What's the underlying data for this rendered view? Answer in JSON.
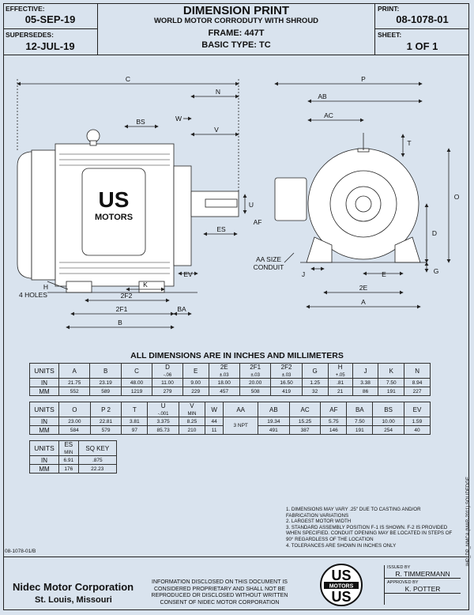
{
  "header": {
    "effective_label": "EFFECTIVE:",
    "effective": "05-SEP-19",
    "supersedes_label": "SUPERSEDES:",
    "supersedes": "12-JUL-19",
    "title": "DIMENSION PRINT",
    "subtitle": "WORLD MOTOR CORRODUTY WITH SHROUD",
    "frame": "FRAME: 447T",
    "type": "BASIC TYPE: TC",
    "print_label": "PRINT:",
    "print": "08-1078-01",
    "sheet_label": "SHEET:",
    "sheet": "1 OF 1"
  },
  "drawing": {
    "labels": {
      "C": "C",
      "N": "N",
      "W": "W",
      "BS": "BS",
      "V": "V",
      "U": "U",
      "AF": "AF",
      "ES": "ES",
      "EV": "EV",
      "K": "K",
      "H": "H",
      "holes": "4 HOLES",
      "F2": "2F2",
      "F1": "2F1",
      "BA": "BA",
      "B": "B",
      "P": "P",
      "AB": "AB",
      "AC": "AC",
      "T": "T",
      "O": "O",
      "D": "D",
      "G": "G",
      "J": "J",
      "E": "E",
      "E2": "2E",
      "A": "A",
      "conduit1": "AA SIZE",
      "conduit2": "CONDUIT"
    },
    "logo_line1": "US",
    "logo_line2": "MOTORS"
  },
  "table": {
    "title": "ALL DIMENSIONS ARE IN INCHES AND MILLIMETERS",
    "t1": {
      "headers": [
        "UNITS",
        "A",
        "B",
        "C",
        "D\n-.06",
        "E",
        "2E\n±.03",
        "2F1\n±.03",
        "2F2\n±.03",
        "G",
        "H\n+.05",
        "J",
        "K",
        "N"
      ],
      "rows": [
        [
          "IN",
          "21.75",
          "23.19",
          "48.00",
          "11.00",
          "9.00",
          "18.00",
          "20.00",
          "16.50",
          "1.25",
          ".81",
          "3.38",
          "7.50",
          "8.94"
        ],
        [
          "MM",
          "552",
          "589",
          "1219",
          "279",
          "229",
          "457",
          "508",
          "419",
          "32",
          "21",
          "86",
          "191",
          "227"
        ]
      ]
    },
    "t2": {
      "headers": [
        "UNITS",
        "O",
        "P 2",
        "T",
        "U\n-.001",
        "V\nMIN",
        "W",
        "AA",
        "AB",
        "AC",
        "AF",
        "BA",
        "BS",
        "EV"
      ],
      "rows": [
        [
          "IN",
          "23.00",
          "22.81",
          "3.81",
          "3.375",
          "8.25",
          "44",
          "3 NPT",
          "19.34",
          "15.25",
          "5.75",
          "7.50",
          "10.00",
          "1.59"
        ],
        [
          "MM",
          "584",
          "579",
          "97",
          "85.73",
          "210",
          "11",
          "",
          "491",
          "387",
          "146",
          "191",
          "254",
          "40"
        ]
      ]
    },
    "t3": {
      "headers": [
        "UNITS",
        "ES\nMIN",
        "SQ KEY"
      ],
      "rows": [
        [
          "IN",
          "6.91",
          ".875"
        ],
        [
          "MM",
          "176",
          "22.23"
        ]
      ]
    }
  },
  "notes": [
    "1. DIMENSIONS MAY VARY .25\" DUE TO CASTING AND/OR FABRICATION VARIATIONS",
    "2. LARGEST MOTOR WIDTH",
    "3. STANDARD ASSEMBLY POSITION F-1 IS SHOWN. F-2 IS PROVIDED WHEN SPECIFIED. CONDUIT OPENING MAY BE LOCATED IN STEPS OF 90° REGARDLESS OF THE LOCATION",
    "4. TOLERANCES ARE SHOWN IN INCHES ONLY"
  ],
  "side_text": "IHP_DP_NMCA (MAR-2011) SOLIDEDGE",
  "footer": {
    "doc_id": "08-1078-01/B",
    "company": "Nidec Motor Corporation",
    "city": "St. Louis, Missouri",
    "disclaimer": "INFORMATION DISCLOSED ON THIS DOCUMENT IS CONSIDERED PROPRIETARY AND SHALL NOT BE REPRODUCED OR DISCLOSED WITHOUT WRITTEN CONSENT OF NIDEC MOTOR CORPORATION",
    "issued_label": "ISSUED BY",
    "issued": "R. TIMMERMANN",
    "approved_label": "APPROVED BY",
    "approved": "K. POTTER",
    "logo_top": "US",
    "logo_mid": "MOTORS",
    "logo_bot": "US"
  }
}
